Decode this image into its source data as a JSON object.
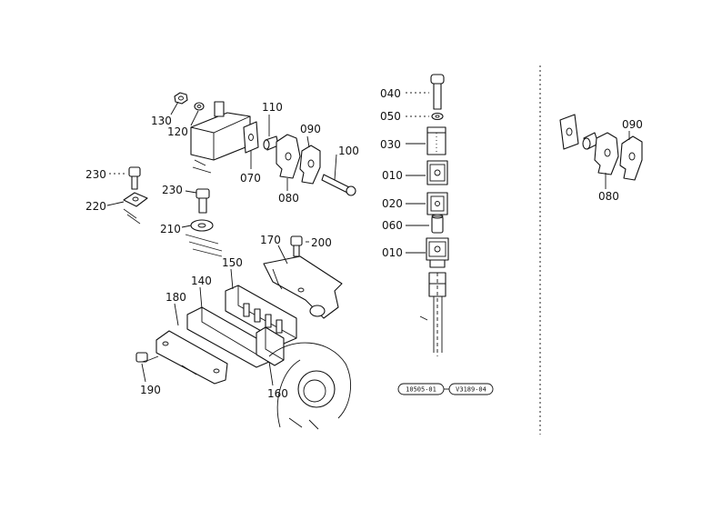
{
  "callouts": {
    "c040": "040",
    "c050": "050",
    "c030": "030",
    "c010a": "010",
    "c020": "020",
    "c060": "060",
    "c010b": "010",
    "c130": "130",
    "c120": "120",
    "c110": "110",
    "c090": "090",
    "c100": "100",
    "c070": "070",
    "c080": "080",
    "c230a": "230",
    "c220": "220",
    "c230b": "230",
    "c210": "210",
    "c170": "170",
    "c200": "200",
    "c150": "150",
    "c140": "140",
    "c180": "180",
    "c190": "190",
    "c160": "160",
    "r090": "090",
    "r080": "080"
  },
  "stamps": {
    "left": "10505-01",
    "right": "V3189-04"
  }
}
